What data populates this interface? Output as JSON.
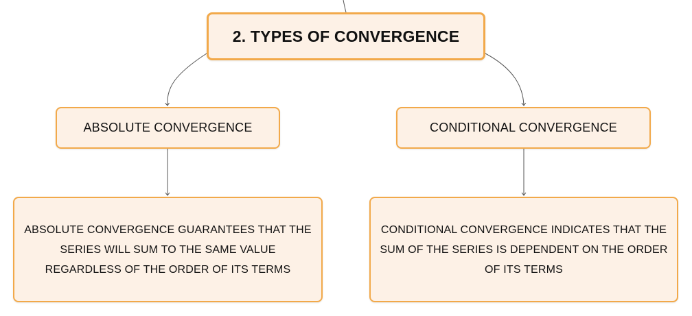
{
  "diagram": {
    "root": {
      "label": "2. TYPES OF CONVERGENCE"
    },
    "branches": [
      {
        "label": "ABSOLUTE CONVERGENCE",
        "detail": "ABSOLUTE CONVERGENCE GUARANTEES THAT THE SERIES WILL SUM TO THE SAME VALUE REGARDLESS OF THE ORDER OF ITS TERMS"
      },
      {
        "label": "CONDITIONAL CONVERGENCE",
        "detail": "CONDITIONAL CONVERGENCE INDICATES THAT THE SUM OF THE SERIES IS DEPENDENT ON THE ORDER OF ITS TERMS"
      }
    ],
    "colors": {
      "node_fill": "#fdf1e6",
      "node_border": "#f2a94a",
      "connector": "#555555",
      "text": "#111111"
    }
  }
}
